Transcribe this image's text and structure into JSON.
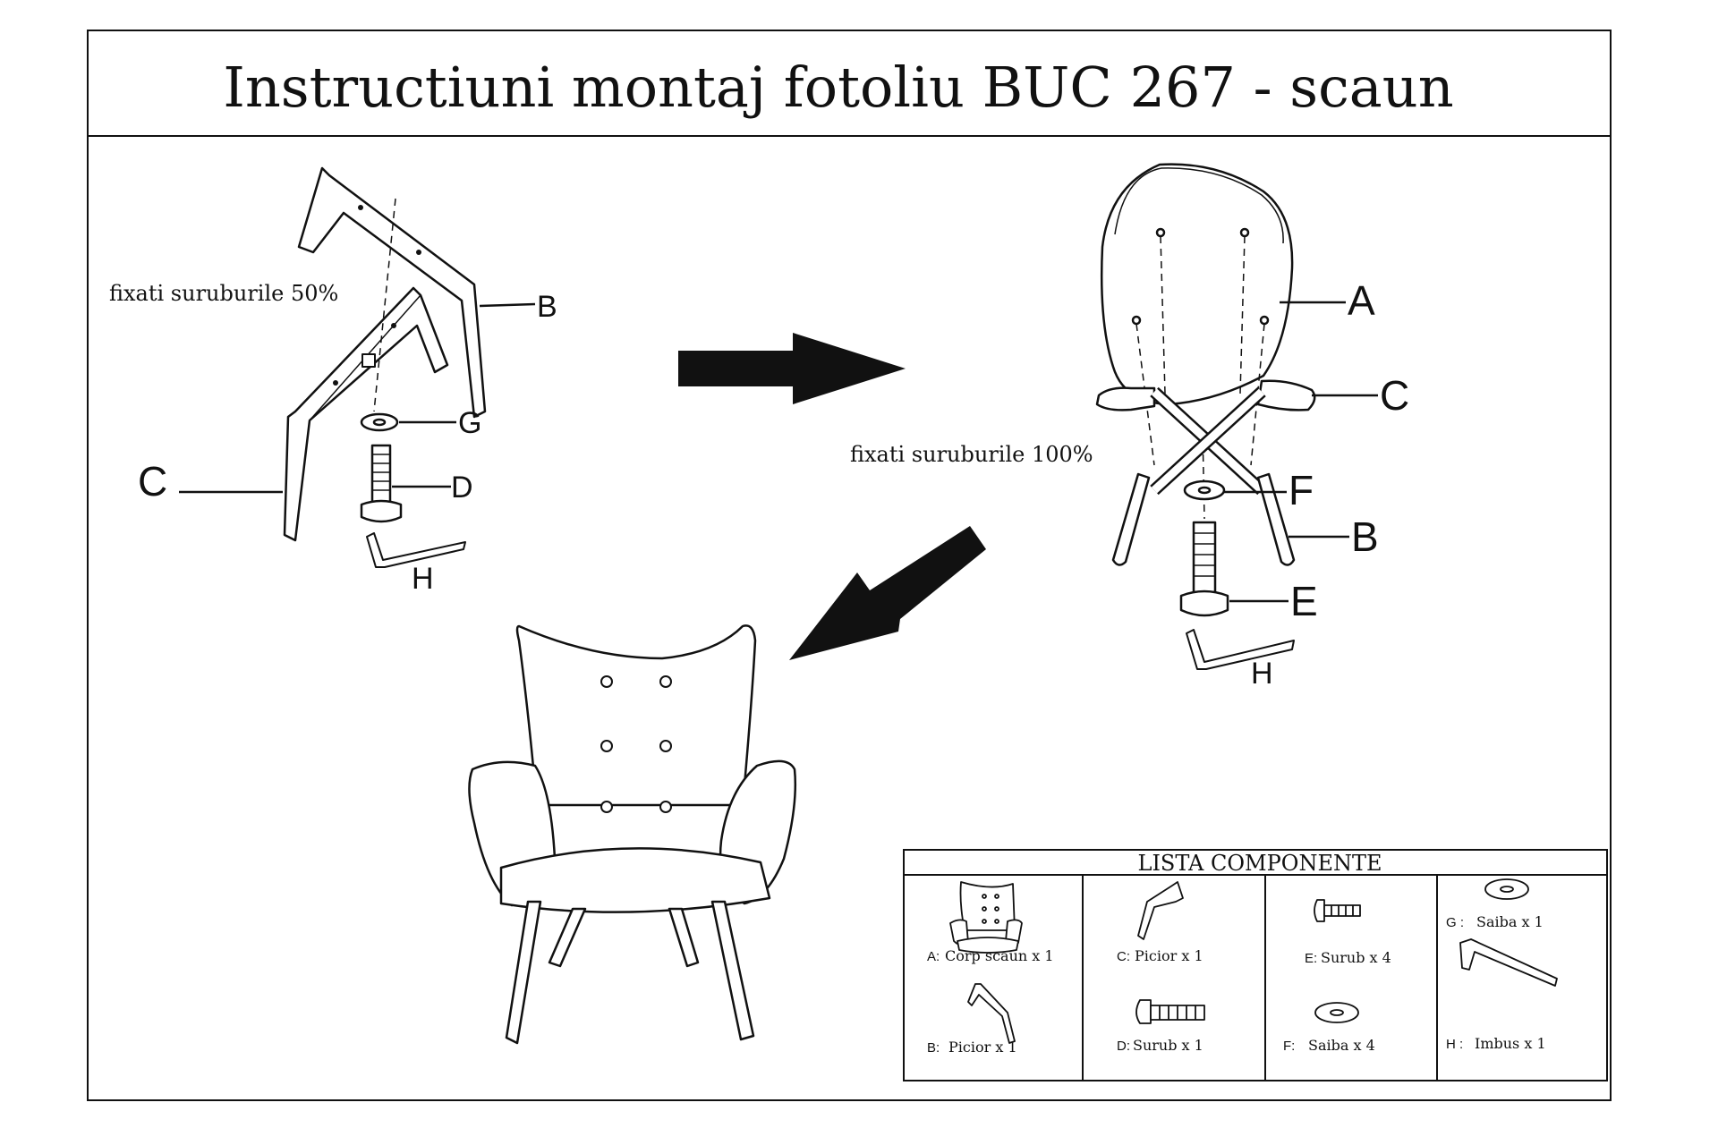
{
  "title": "Instructiuni montaj fotoliu BUC 267 - scaun",
  "step1": {
    "note": "fixati suruburile 50%",
    "labels": {
      "B": "B",
      "C": "C",
      "G": "G",
      "D": "D",
      "H": "H"
    }
  },
  "step2": {
    "note": "fixati suruburile 100%",
    "labels": {
      "A": "A",
      "C": "C",
      "F": "F",
      "B": "B",
      "E": "E",
      "H": "H"
    }
  },
  "components": {
    "heading": "LISTA COMPONENTE",
    "items": [
      {
        "code": "A:",
        "text": "Corp scaun x 1"
      },
      {
        "code": "B:",
        "text": "Picior x 1"
      },
      {
        "code": "C:",
        "text": "Picior x 1"
      },
      {
        "code": "D:",
        "text": "Surub x 1"
      },
      {
        "code": "E:",
        "text": "Surub x 4"
      },
      {
        "code": "F:",
        "text": "Saiba x 4"
      },
      {
        "code": "G :",
        "text": "Saiba x 1"
      },
      {
        "code": "H :",
        "text": "Imbus x 1"
      }
    ]
  },
  "icons": [
    "arrow-right-icon",
    "arrow-down-left-icon"
  ]
}
